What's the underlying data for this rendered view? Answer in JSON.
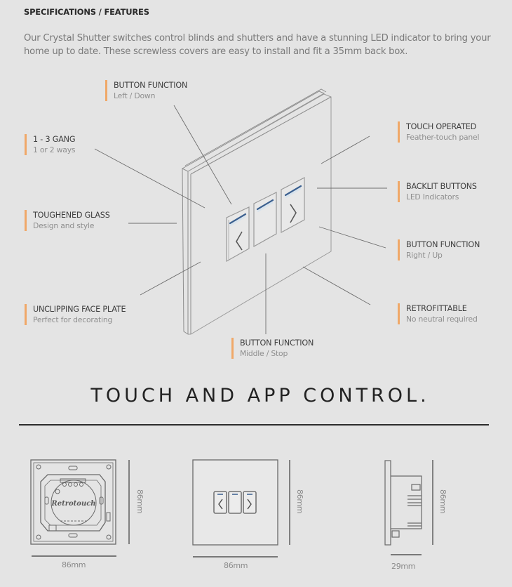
{
  "header": {
    "section_title": "SPECIFICATIONS / FEATURES",
    "intro": "Our Crystal Shutter switches control blinds and shutters and have a stunning LED indicator to bring your home up to date. These screwless covers are easy to install and fit a 35mm back box."
  },
  "accent_color": "#f0a868",
  "features": [
    {
      "title": "BUTTON FUNCTION",
      "subtitle": "Left / Down"
    },
    {
      "title": "1 - 3 GANG",
      "subtitle": "1 or 2 ways"
    },
    {
      "title": "TOUGHENED GLASS",
      "subtitle": "Design and style"
    },
    {
      "title": "UNCLIPPING FACE PLATE",
      "subtitle": "Perfect for decorating"
    },
    {
      "title": "BUTTON FUNCTION",
      "subtitle": "Middle / Stop"
    },
    {
      "title": "TOUCH OPERATED",
      "subtitle": "Feather-touch panel"
    },
    {
      "title": "BACKLIT BUTTONS",
      "subtitle": "LED Indicators"
    },
    {
      "title": "BUTTON FUNCTION",
      "subtitle": "Right / Up"
    },
    {
      "title": "RETROFITTABLE",
      "subtitle": "No neutral required"
    }
  ],
  "switch_icons": {
    "left": "chevron-left-icon",
    "middle": "stop-icon",
    "right": "chevron-right-icon"
  },
  "heading": "TOUCH AND APP CONTROL.",
  "dimensions": {
    "back_view": {
      "width": "86mm",
      "height": "86mm",
      "logo": "Retrotouch"
    },
    "front_view": {
      "width": "86mm",
      "height": "86mm"
    },
    "side_view": {
      "depth": "29mm",
      "height": "86mm"
    }
  }
}
